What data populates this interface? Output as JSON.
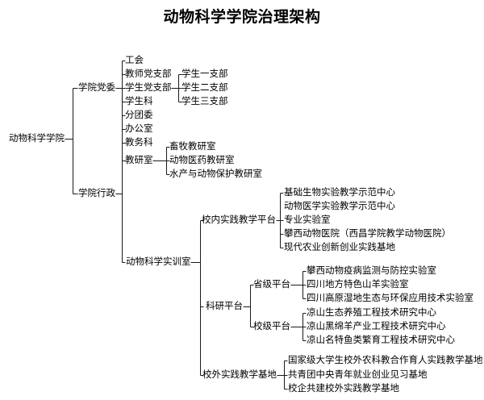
{
  "title": "动物科学学院治理架构",
  "colors": {
    "background": "#ffffff",
    "text": "#000000",
    "line": "#1a1a1a"
  },
  "tree": {
    "label": "动物科学学院",
    "children": [
      {
        "label": "学院党委",
        "children": [
          {
            "label": "工会"
          },
          {
            "label": "教师党支部"
          },
          {
            "label": "学生党支部",
            "children": [
              {
                "label": "学生一支部"
              },
              {
                "label": "学生二支部"
              },
              {
                "label": "学生三支部"
              }
            ]
          },
          {
            "label": "学生科"
          },
          {
            "label": "分团委"
          },
          {
            "label": "办公室"
          },
          {
            "label": "教务科"
          },
          {
            "label": "教研室",
            "children": [
              {
                "label": "畜牧教研室"
              },
              {
                "label": "动物医药教研室"
              },
              {
                "label": "水产与动物保护教研室"
              }
            ]
          }
        ]
      },
      {
        "label": "学院行政",
        "children": [
          {
            "label": "动物科学实训室",
            "children": [
              {
                "label": "校内实践教学平台",
                "children": [
                  {
                    "label": "基础生物实验教学示范中心"
                  },
                  {
                    "label": "动物医学实验教学示范中心"
                  },
                  {
                    "label": "专业实验室"
                  },
                  {
                    "label": "攀西动物医院（西昌学院教学动物医院）"
                  },
                  {
                    "label": "现代农业创新创业实践基地"
                  }
                ]
              },
              {
                "label": "科研平台",
                "children": [
                  {
                    "label": "省级平台",
                    "children": [
                      {
                        "label": "攀西动物疫病监测与防控实验室"
                      },
                      {
                        "label": "四川地方特色山羊实验室"
                      },
                      {
                        "label": "四川高原湿地生态与环保应用技术实验室"
                      }
                    ]
                  },
                  {
                    "label": "校级平台",
                    "children": [
                      {
                        "label": "凉山生态养殖工程技术研究中心"
                      },
                      {
                        "label": "凉山黑绵羊产业工程技术研究中心"
                      },
                      {
                        "label": "凉山名特鱼类繁育工程技术研究中心"
                      }
                    ]
                  }
                ]
              },
              {
                "label": "校外实践教学基地",
                "children": [
                  {
                    "label": "国家级大学生校外农科教合作育人实践教学基地"
                  },
                  {
                    "label": "共青团中央青年就业创业见习基地"
                  },
                  {
                    "label": "校企共建校外实践教学基地"
                  }
                ]
              }
            ]
          }
        ]
      }
    ]
  }
}
